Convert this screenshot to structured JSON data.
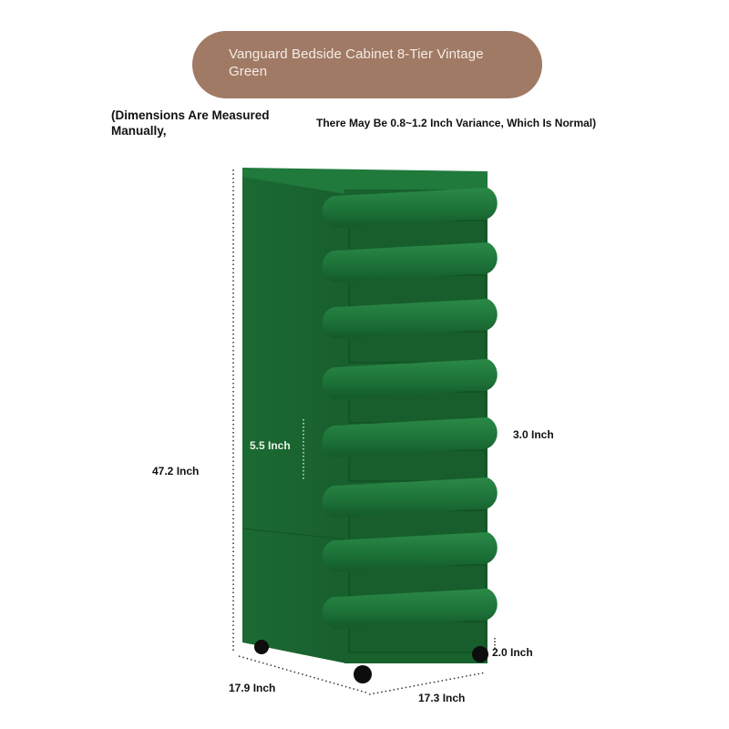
{
  "product": {
    "title": "Vanguard Bedside Cabinet 8-Tier Vintage Green",
    "color": "#1a6b34",
    "drawer_count": 8
  },
  "notes": {
    "left": "(Dimensions Are Measured Manually,",
    "right": "There May Be 0.8~1.2 Inch Variance, Which Is Normal)"
  },
  "dimensions": {
    "height": "47.2 Inch",
    "drawer_height": "5.5 Inch",
    "handle_depth": "3.0 Inch",
    "wheel_height": "2.0 Inch",
    "width": "17.9 Inch",
    "depth": "17.3 Inch"
  },
  "colors": {
    "title_pill": "#a07a65",
    "cabinet_green": "#1a6b34"
  }
}
